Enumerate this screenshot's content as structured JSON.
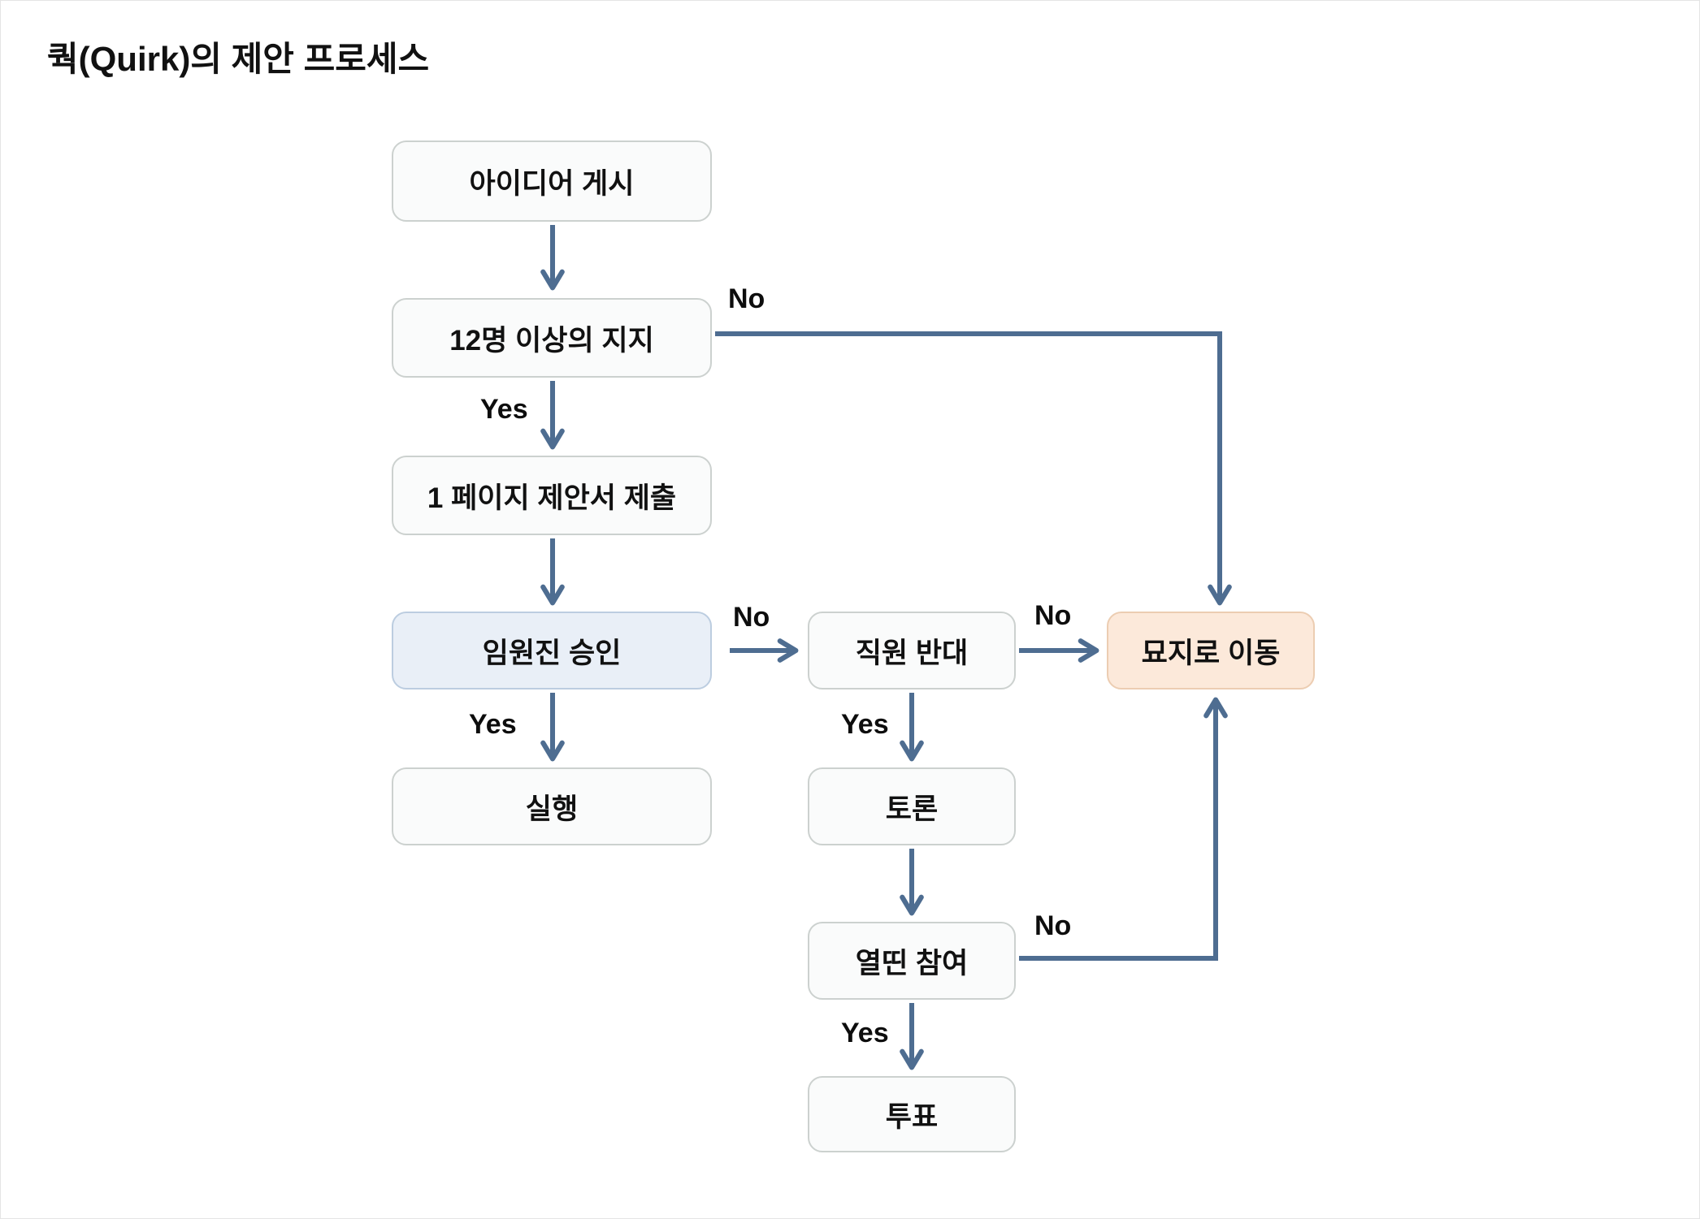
{
  "title": "쿽(Quirk)의 제안 프로세스",
  "flow": {
    "nodes": {
      "post_idea": {
        "label": "아이디어 게시"
      },
      "support_12": {
        "label": "12명 이상의 지지"
      },
      "one_page_proposal": {
        "label": "1 페이지 제안서 제출"
      },
      "executive_approval": {
        "label": "임원진 승인"
      },
      "execute": {
        "label": "실행"
      },
      "employee_opposition": {
        "label": "직원 반대"
      },
      "discussion": {
        "label": "토론"
      },
      "heated_participation": {
        "label": "열띤 참여"
      },
      "vote": {
        "label": "투표"
      },
      "move_to_graveyard": {
        "label": "묘지로 이동"
      }
    },
    "edge_labels": {
      "yes": "Yes",
      "no": "No"
    },
    "edges": [
      {
        "from": "post_idea",
        "to": "support_12",
        "label": ""
      },
      {
        "from": "support_12",
        "to": "one_page_proposal",
        "label": "Yes"
      },
      {
        "from": "support_12",
        "to": "move_to_graveyard",
        "label": "No"
      },
      {
        "from": "one_page_proposal",
        "to": "executive_approval",
        "label": ""
      },
      {
        "from": "executive_approval",
        "to": "execute",
        "label": "Yes"
      },
      {
        "from": "executive_approval",
        "to": "employee_opposition",
        "label": "No"
      },
      {
        "from": "employee_opposition",
        "to": "discussion",
        "label": "Yes"
      },
      {
        "from": "employee_opposition",
        "to": "move_to_graveyard",
        "label": "No"
      },
      {
        "from": "discussion",
        "to": "heated_participation",
        "label": ""
      },
      {
        "from": "heated_participation",
        "to": "vote",
        "label": "Yes"
      },
      {
        "from": "heated_participation",
        "to": "move_to_graveyard",
        "label": "No"
      }
    ]
  },
  "colors": {
    "arrow": "#4e6d91",
    "node_default_bg": "#fafbfb",
    "node_default_border": "#ccd1cf",
    "node_approval_bg": "#e9eff7",
    "node_approval_border": "#bccde0",
    "node_graveyard_bg": "#fce9da",
    "node_graveyard_border": "#eccdb2",
    "text": "#111111"
  }
}
